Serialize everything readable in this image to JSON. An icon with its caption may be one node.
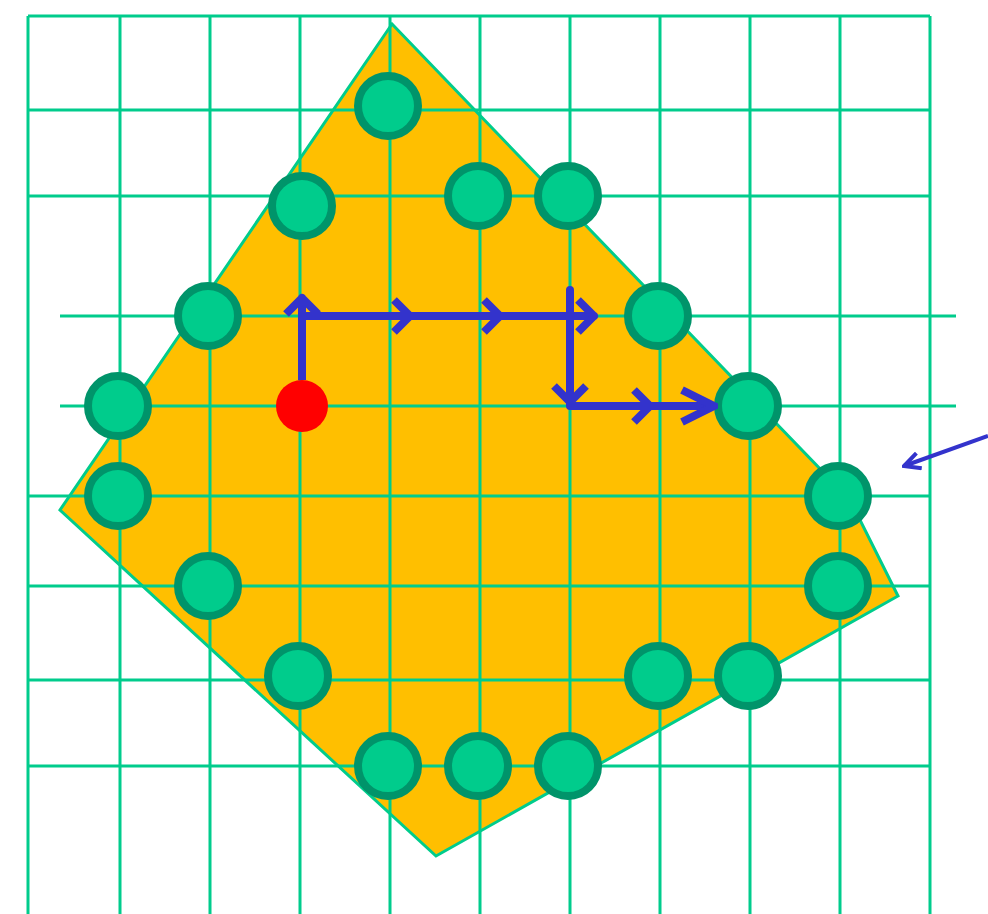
{
  "diagram": {
    "nodes": [
      {
        "text": [],
        "shape": "circle"
      },
      {
        "text": [],
        "shape": "circle"
      },
      {
        "text": [],
        "shape": "circle"
      },
      {
        "text": [],
        "shape": "circle"
      },
      {
        "text": [],
        "shape": "circle"
      },
      {
        "text": [],
        "shape": "circle"
      },
      {
        "text": [],
        "shape": "circle"
      },
      {
        "text": [],
        "shape": "circle"
      },
      {
        "text": [],
        "shape": "circle"
      },
      {
        "text": [],
        "shape": "circle"
      },
      {
        "text": [],
        "shape": "circle"
      },
      {
        "text": [],
        "shape": "circle"
      },
      {
        "text": [],
        "shape": "circle"
      },
      {
        "text": [],
        "shape": "circle"
      },
      {
        "text": [],
        "shape": "circle"
      },
      {
        "text": [],
        "shape": "circle"
      },
      {
        "text": [],
        "shape": "circle"
      },
      {
        "text": [],
        "shape": "circle"
      },
      {
        "text": [],
        "shape": "circle"
      }
    ],
    "edges": [
      {
        "from": 7,
        "to": 8,
        "arrow": "to"
      }
    ]
  }
}
